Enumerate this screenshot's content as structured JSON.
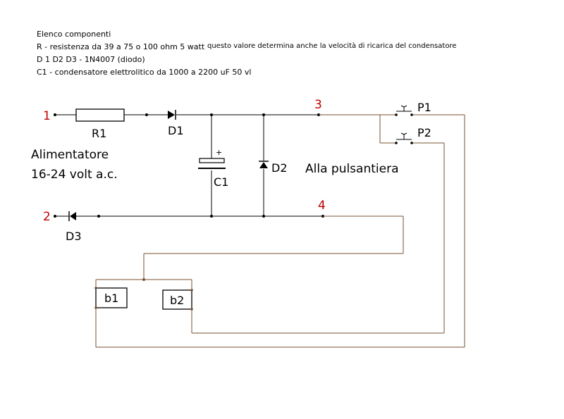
{
  "notes": {
    "title": "Elenco componenti",
    "r_line": "R - resistenza da 39 a 75 o 100 ohm 5 watt",
    "r_comment": "questo valore determina anche la velocità di ricarica del condensatore",
    "diodes_line": "D 1 D2 D3 - 1N4007 (diodo)",
    "c1_line": "C1 - condensatore elettrolitico da 1000 a 2200 uF 50 vl"
  },
  "terminals": {
    "t1": "1",
    "t2": "2",
    "t3": "3",
    "t4": "4"
  },
  "components": {
    "r1": "R1",
    "d1": "D1",
    "d2": "D2",
    "d3": "D3",
    "c1": "C1",
    "c1_polarity": "+",
    "p1": "P1",
    "p2": "P2",
    "b1": "b1",
    "b2": "b2"
  },
  "captions": {
    "supply_line1": "Alimentatore",
    "supply_line2": "16-24 volt a.c.",
    "pushbuttons": "Alla pulsantiera"
  },
  "colors": {
    "wire_black": "#000000",
    "wire_brown": "#7a5230",
    "terminal_red": "#c00000"
  }
}
